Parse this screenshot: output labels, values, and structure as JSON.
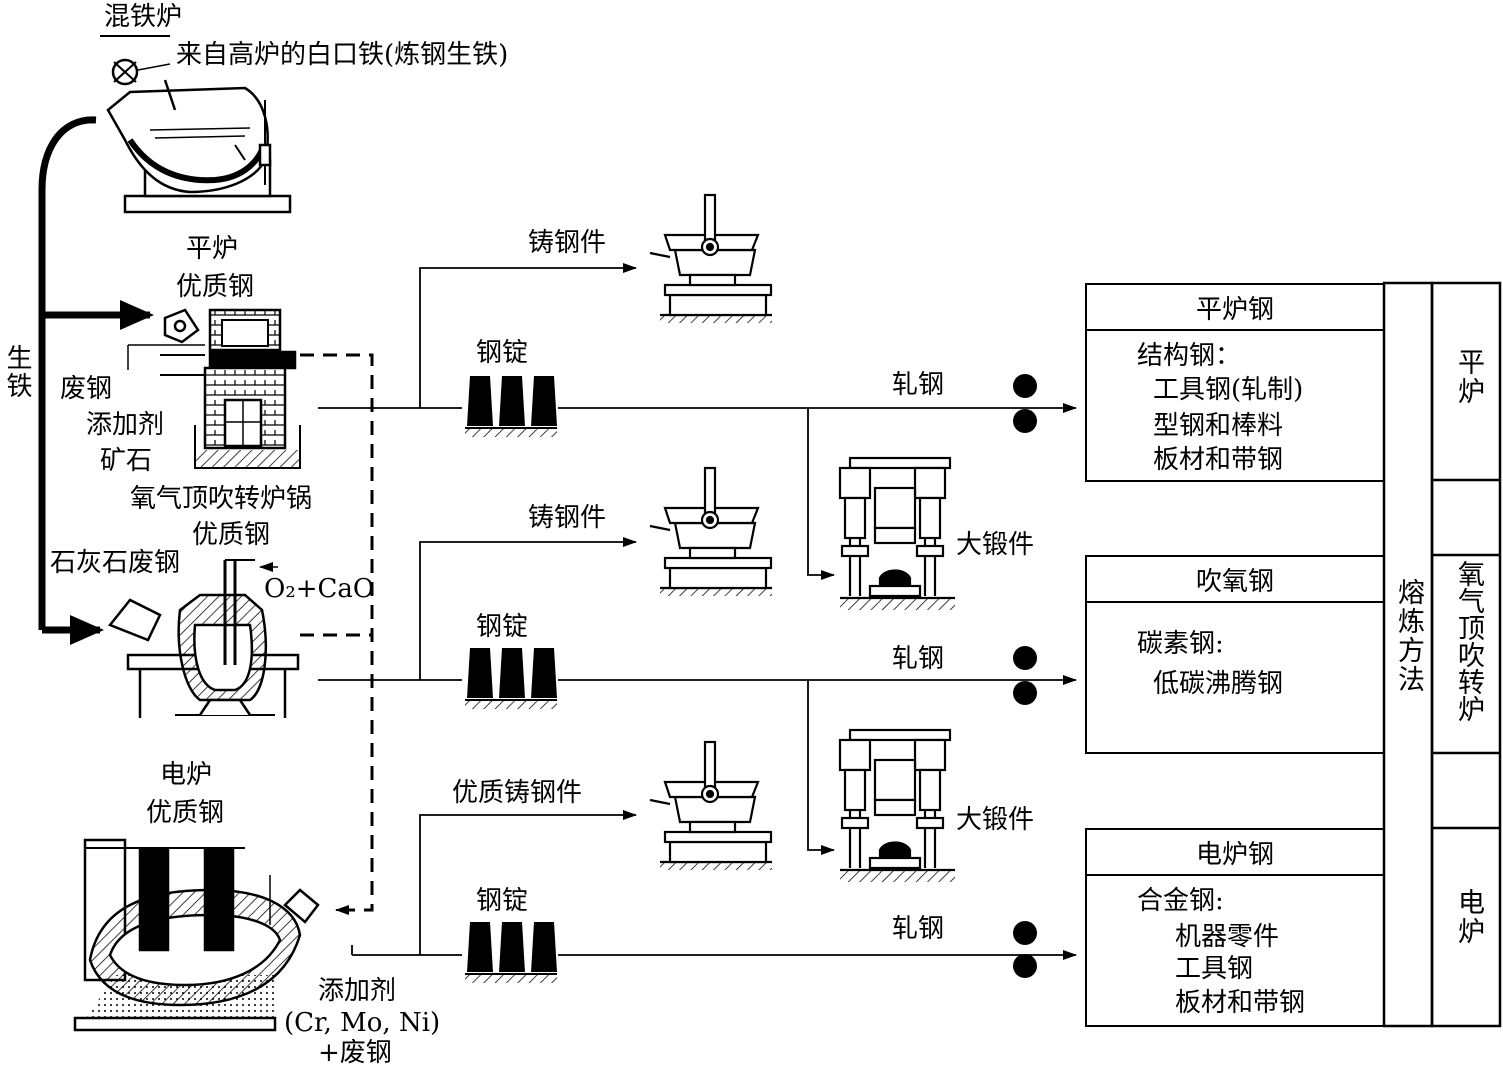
{
  "top": {
    "mixer_title": "混铁炉",
    "hot_metal_note": "来自高炉的白口铁(炼钢生铁)",
    "pig_iron_label": "生铁"
  },
  "open_hearth": {
    "title_line1": "平炉",
    "title_line2": "优质钢",
    "inputs": [
      "废钢",
      "添加剂",
      "矿石"
    ]
  },
  "oxygen_converter": {
    "title_line1": "氧气顶吹转炉锅",
    "title_line2": "优质钢",
    "input_left": "石灰石废钢",
    "input_right": "O₂+CaO"
  },
  "electric_furnace": {
    "title_line1": "电炉",
    "title_line2": "优质钢",
    "inputs": [
      "添加剂",
      "(Cr, Mo, Ni)",
      "+废钢"
    ]
  },
  "routes": {
    "row1": {
      "casting": "铸钢件",
      "ingot": "钢锭",
      "rolling": "轧钢"
    },
    "row2": {
      "casting": "铸钢件",
      "ingot": "钢锭",
      "rolling": "轧钢",
      "forging": "大锻件"
    },
    "row3": {
      "casting": "优质铸钢件",
      "ingot": "钢锭",
      "rolling": "轧钢",
      "forging": "大锻件"
    }
  },
  "products": {
    "open_hearth_steel": {
      "title": "平炉钢",
      "head": "结构钢：",
      "items": [
        "工具钢(轧制)",
        "型钢和棒料",
        "板材和带钢"
      ]
    },
    "oxygen_steel": {
      "title": "吹氧钢",
      "head": "碳素钢:",
      "items": [
        "低碳沸腾钢"
      ]
    },
    "electric_steel": {
      "title": "电炉钢",
      "head": "合金钢:",
      "items": [
        "机器零件",
        "工具钢",
        "板材和带钢"
      ]
    }
  },
  "methods": {
    "column_title": "熔炼方法",
    "open_hearth": "平炉",
    "oxygen": "氧气顶吹转炉",
    "electric": "电炉"
  }
}
